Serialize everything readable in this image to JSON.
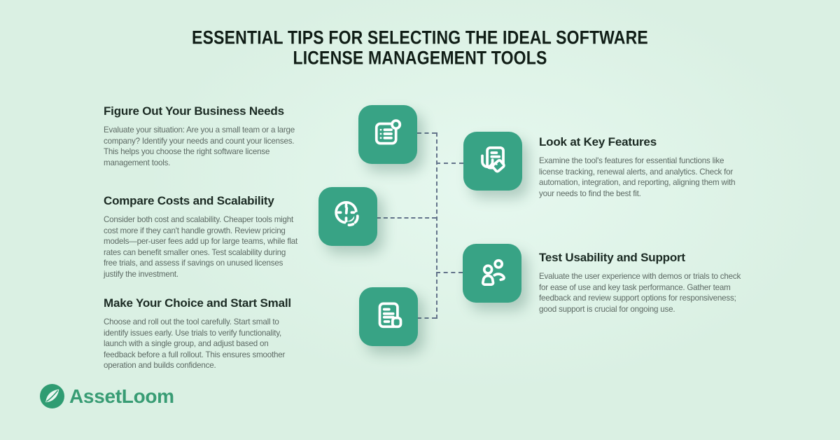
{
  "title": {
    "lines": [
      "ESSENTIAL TIPS FOR SELECTING THE IDEAL SOFTWARE",
      "LICENSE MANAGEMENT TOOLS"
    ]
  },
  "left_sections": [
    {
      "heading": "Figure Out Your Business Needs",
      "body": "Evaluate your situation: Are you a small team or a large company? Identify your needs and count your licenses. This helps you choose the right software license management tools."
    },
    {
      "heading": "Compare Costs and Scalability",
      "body": "Consider both cost and scalability. Cheaper tools might cost more if they can't handle growth. Review pricing models—per-user fees add up for large teams, while flat rates can benefit smaller ones. Test scalability during free trials, and assess if savings on unused licenses justify the investment."
    },
    {
      "heading": "Make Your Choice and Start Small",
      "body": "Choose and roll out the tool carefully. Start small to identify issues early. Use trials to verify functionality, launch with a single group, and adjust based on feedback before a full rollout. This ensures smoother operation and builds confidence."
    }
  ],
  "right_sections": [
    {
      "heading": "Look at Key Features",
      "body": "Examine the tool's features for essential functions like license tracking, renewal alerts, and analytics. Check for automation, integration, and reporting, aligning them with your needs to find the best fit."
    },
    {
      "heading": "Test Usability and Support",
      "body": "Evaluate the user experience with demos or trials to check for ease of use and key task performance. Gather team feedback and review support options for responsiveness; good support is crucial for ongoing use."
    }
  ],
  "icons": [
    "checklist-note-icon",
    "clock-history-icon",
    "document-tag-icon",
    "team-users-icon",
    "receipt-document-icon",
    "leaf-logo-icon"
  ],
  "logo": {
    "brand": "AssetLoom"
  },
  "colors": {
    "background": "#daf0e3",
    "tile_green": "#38a385",
    "connector": "#64748b",
    "title_text": "#101d16",
    "heading_text": "#1b2a23",
    "body_text": "#5d6a64",
    "logo_green": "#2f9c72"
  }
}
